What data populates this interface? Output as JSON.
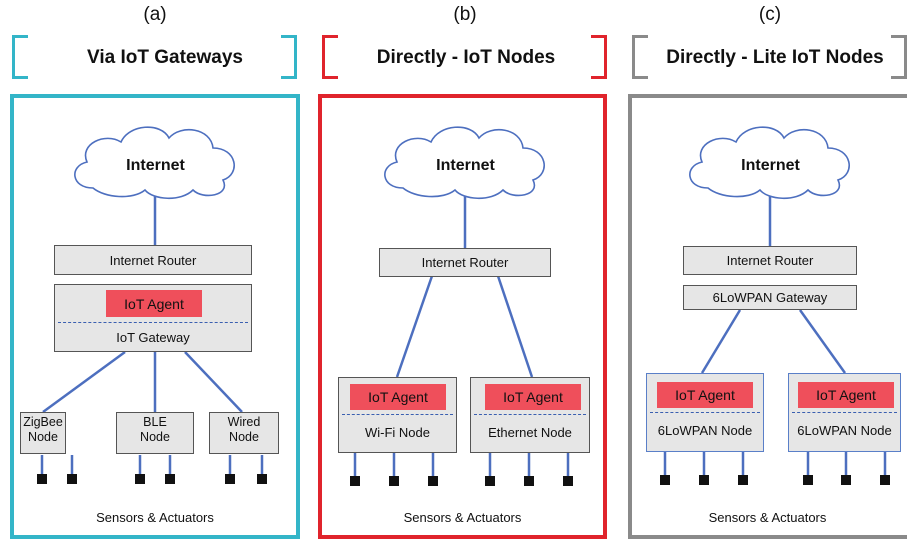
{
  "colors": {
    "panel_a": "#33b5c8",
    "panel_b": "#e0242c",
    "panel_c": "#8a8a8a",
    "agent": "#ef4f5b",
    "link": "#4d6fbf"
  },
  "panels": [
    {
      "letter": "(a)",
      "header": "Via IoT Gateways",
      "cloud": "Internet",
      "router": "Internet Router",
      "agent": "IoT Agent",
      "gateway": "IoT Gateway",
      "nodes": [
        {
          "line1": "ZigBee",
          "line2": "Node"
        },
        {
          "line1": "BLE",
          "line2": "Node"
        },
        {
          "line1": "Wired",
          "line2": "Node"
        }
      ],
      "footer": "Sensors & Actuators"
    },
    {
      "letter": "(b)",
      "header": "Directly - IoT Nodes",
      "cloud": "Internet",
      "router": "Internet Router",
      "nodes": [
        {
          "agent": "IoT Agent",
          "label": "Wi-Fi Node"
        },
        {
          "agent": "IoT Agent",
          "label": "Ethernet Node"
        }
      ],
      "footer": "Sensors & Actuators"
    },
    {
      "letter": "(c)",
      "header": "Directly - Lite IoT Nodes",
      "cloud": "Internet",
      "router": "Internet Router",
      "gateway": "6LoWPAN Gateway",
      "nodes": [
        {
          "agent": "IoT Agent",
          "label": "6LoWPAN Node"
        },
        {
          "agent": "IoT Agent",
          "label": "6LoWPAN Node"
        }
      ],
      "footer": "Sensors & Actuators"
    }
  ]
}
